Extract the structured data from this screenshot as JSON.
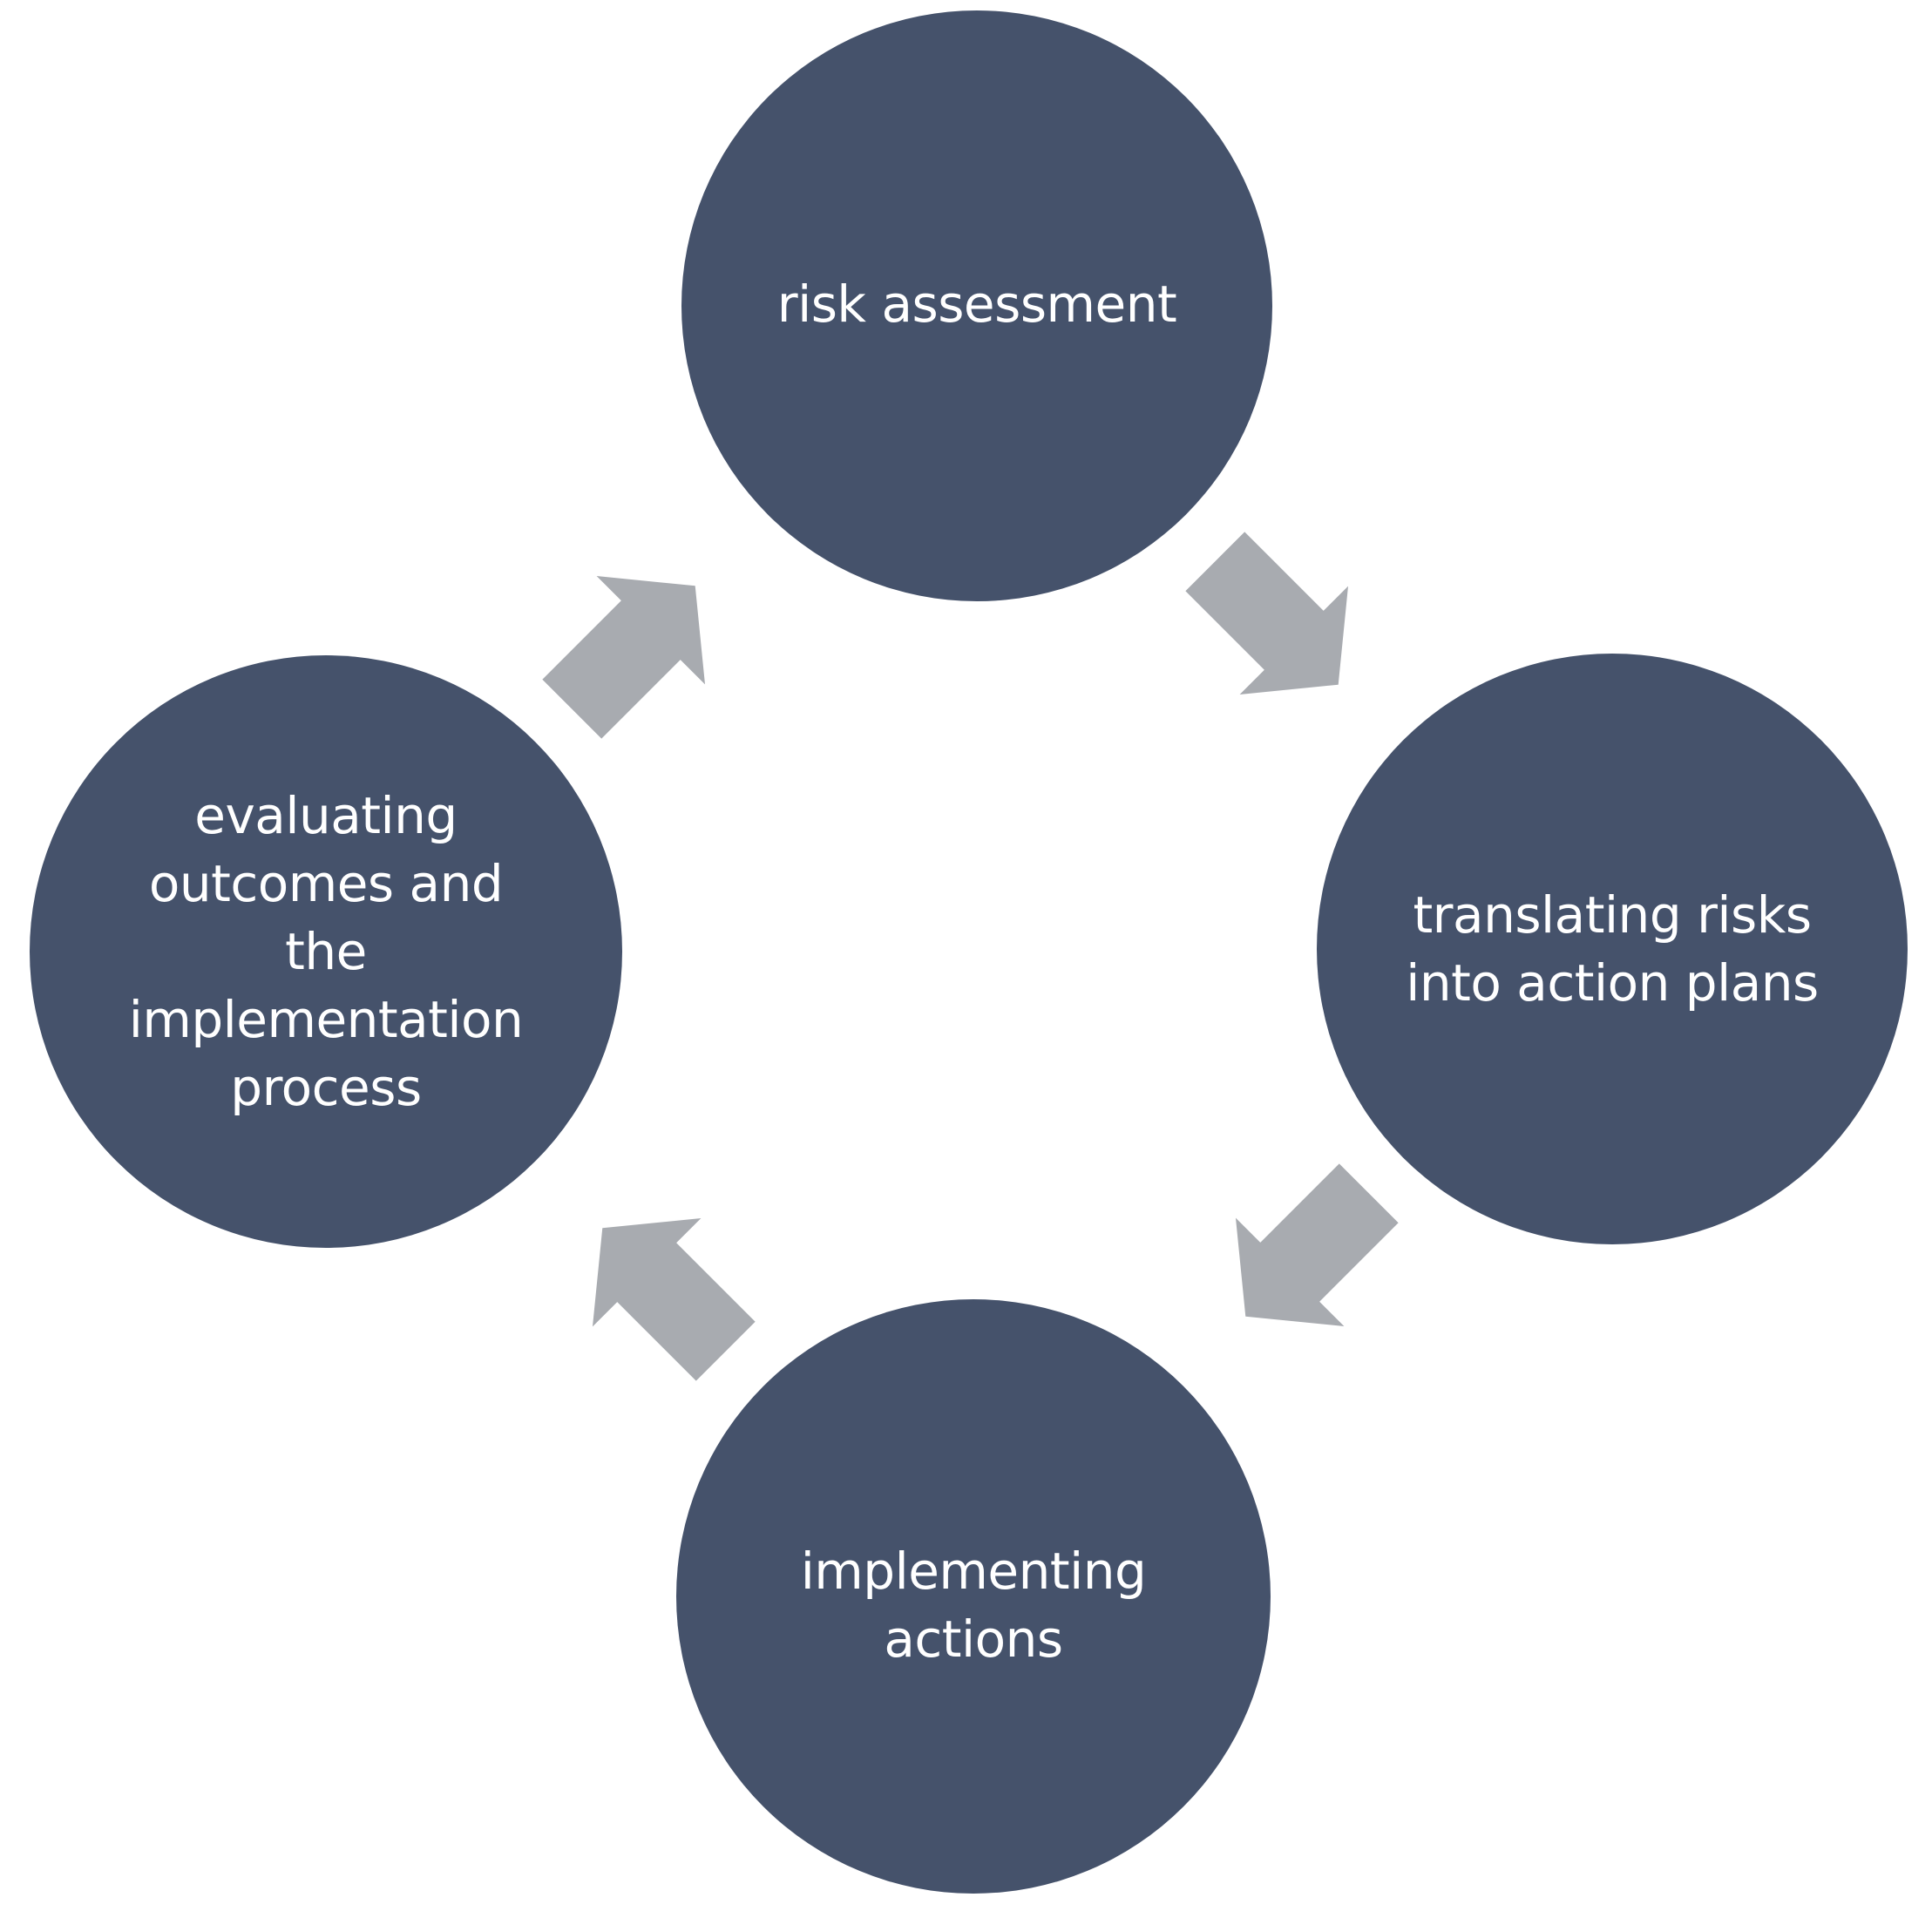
{
  "diagram": {
    "type": "cycle",
    "colors": {
      "node_fill": "#45526B",
      "arrow_fill": "#A8ABB0",
      "label_text": "#FFFFFF",
      "background": "#FFFFFF"
    },
    "nodes": [
      {
        "id": "risk-assessment",
        "label": "risk assessment"
      },
      {
        "id": "translating",
        "label": "translating risks\ninto action plans"
      },
      {
        "id": "implementing",
        "label": "implementing\nactions"
      },
      {
        "id": "evaluating",
        "label": "evaluating\noutcomes and\nthe\nimplementation\nprocess"
      }
    ],
    "edges": [
      {
        "from": "risk-assessment",
        "to": "translating"
      },
      {
        "from": "translating",
        "to": "implementing"
      },
      {
        "from": "implementing",
        "to": "evaluating"
      },
      {
        "from": "evaluating",
        "to": "risk-assessment"
      }
    ]
  }
}
